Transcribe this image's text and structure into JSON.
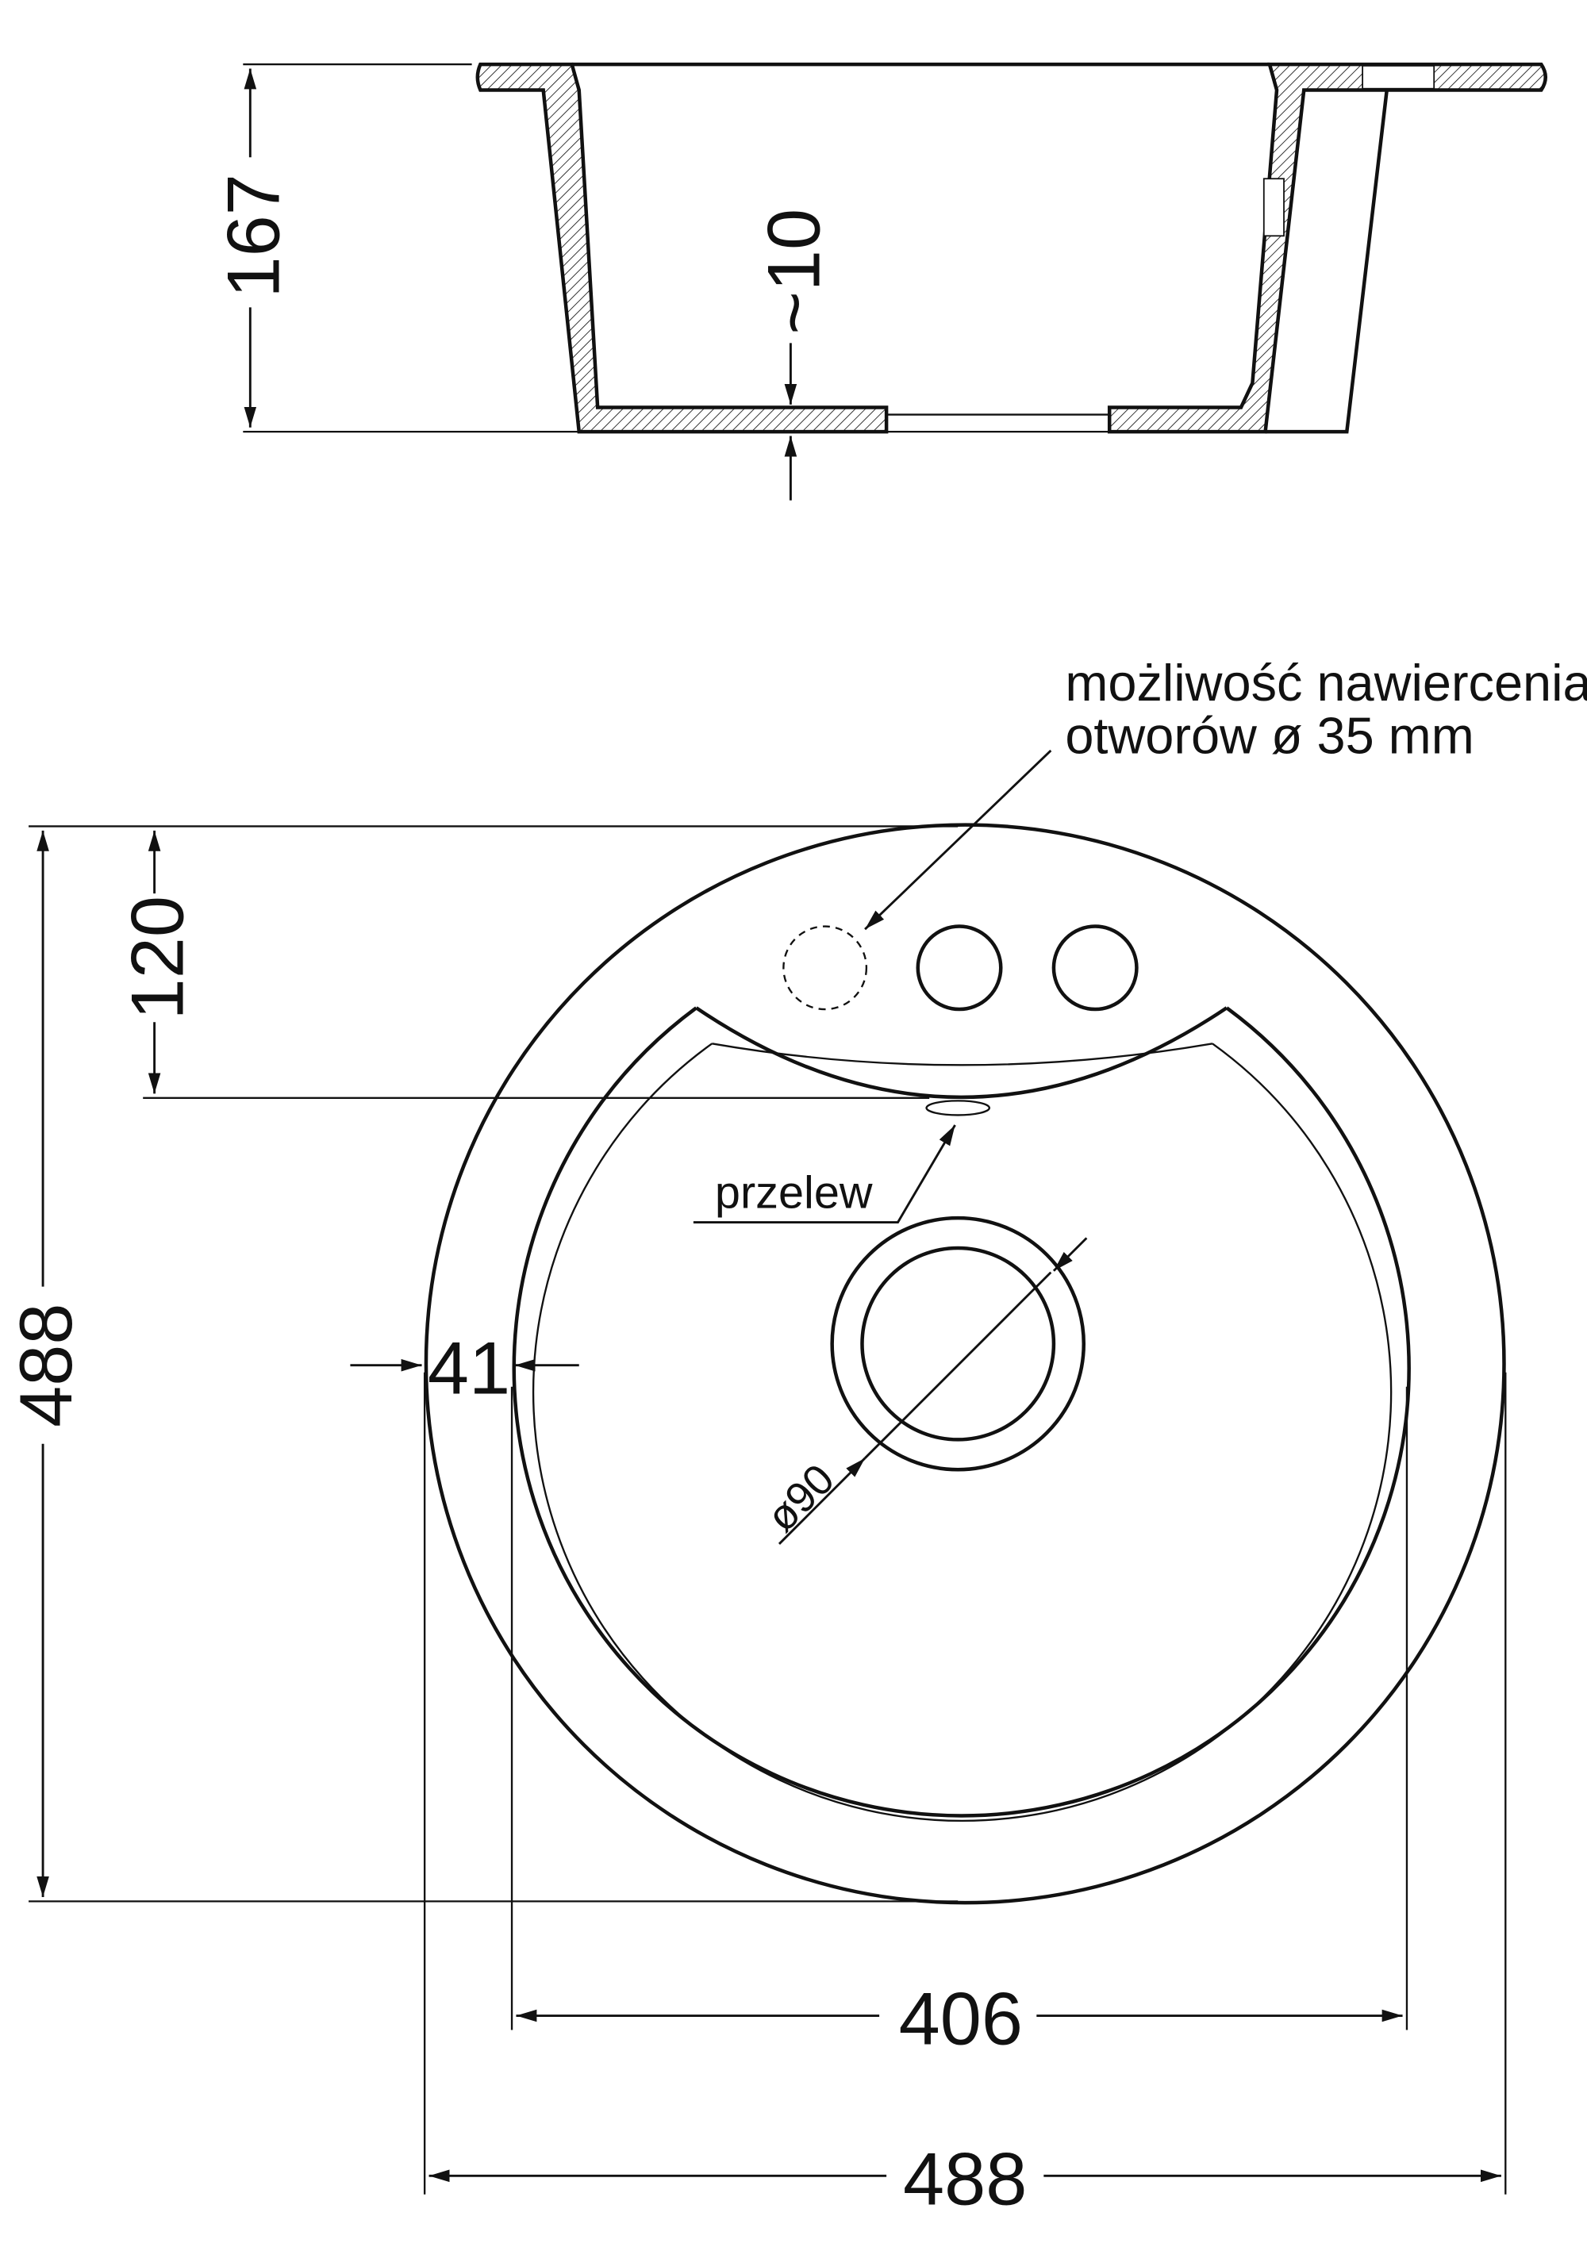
{
  "dimensions": {
    "height_side": "167",
    "wall_thickness": "~10",
    "depth_total": "488",
    "faucet_offset": "120",
    "rim_width": "41",
    "bowl_width": "406",
    "width_total": "488",
    "drain_diameter": "ø90"
  },
  "labels": {
    "drill_line1": "możliwość nawiercenia",
    "drill_line2": "otworów ø 35 mm",
    "overflow": "przelew"
  }
}
